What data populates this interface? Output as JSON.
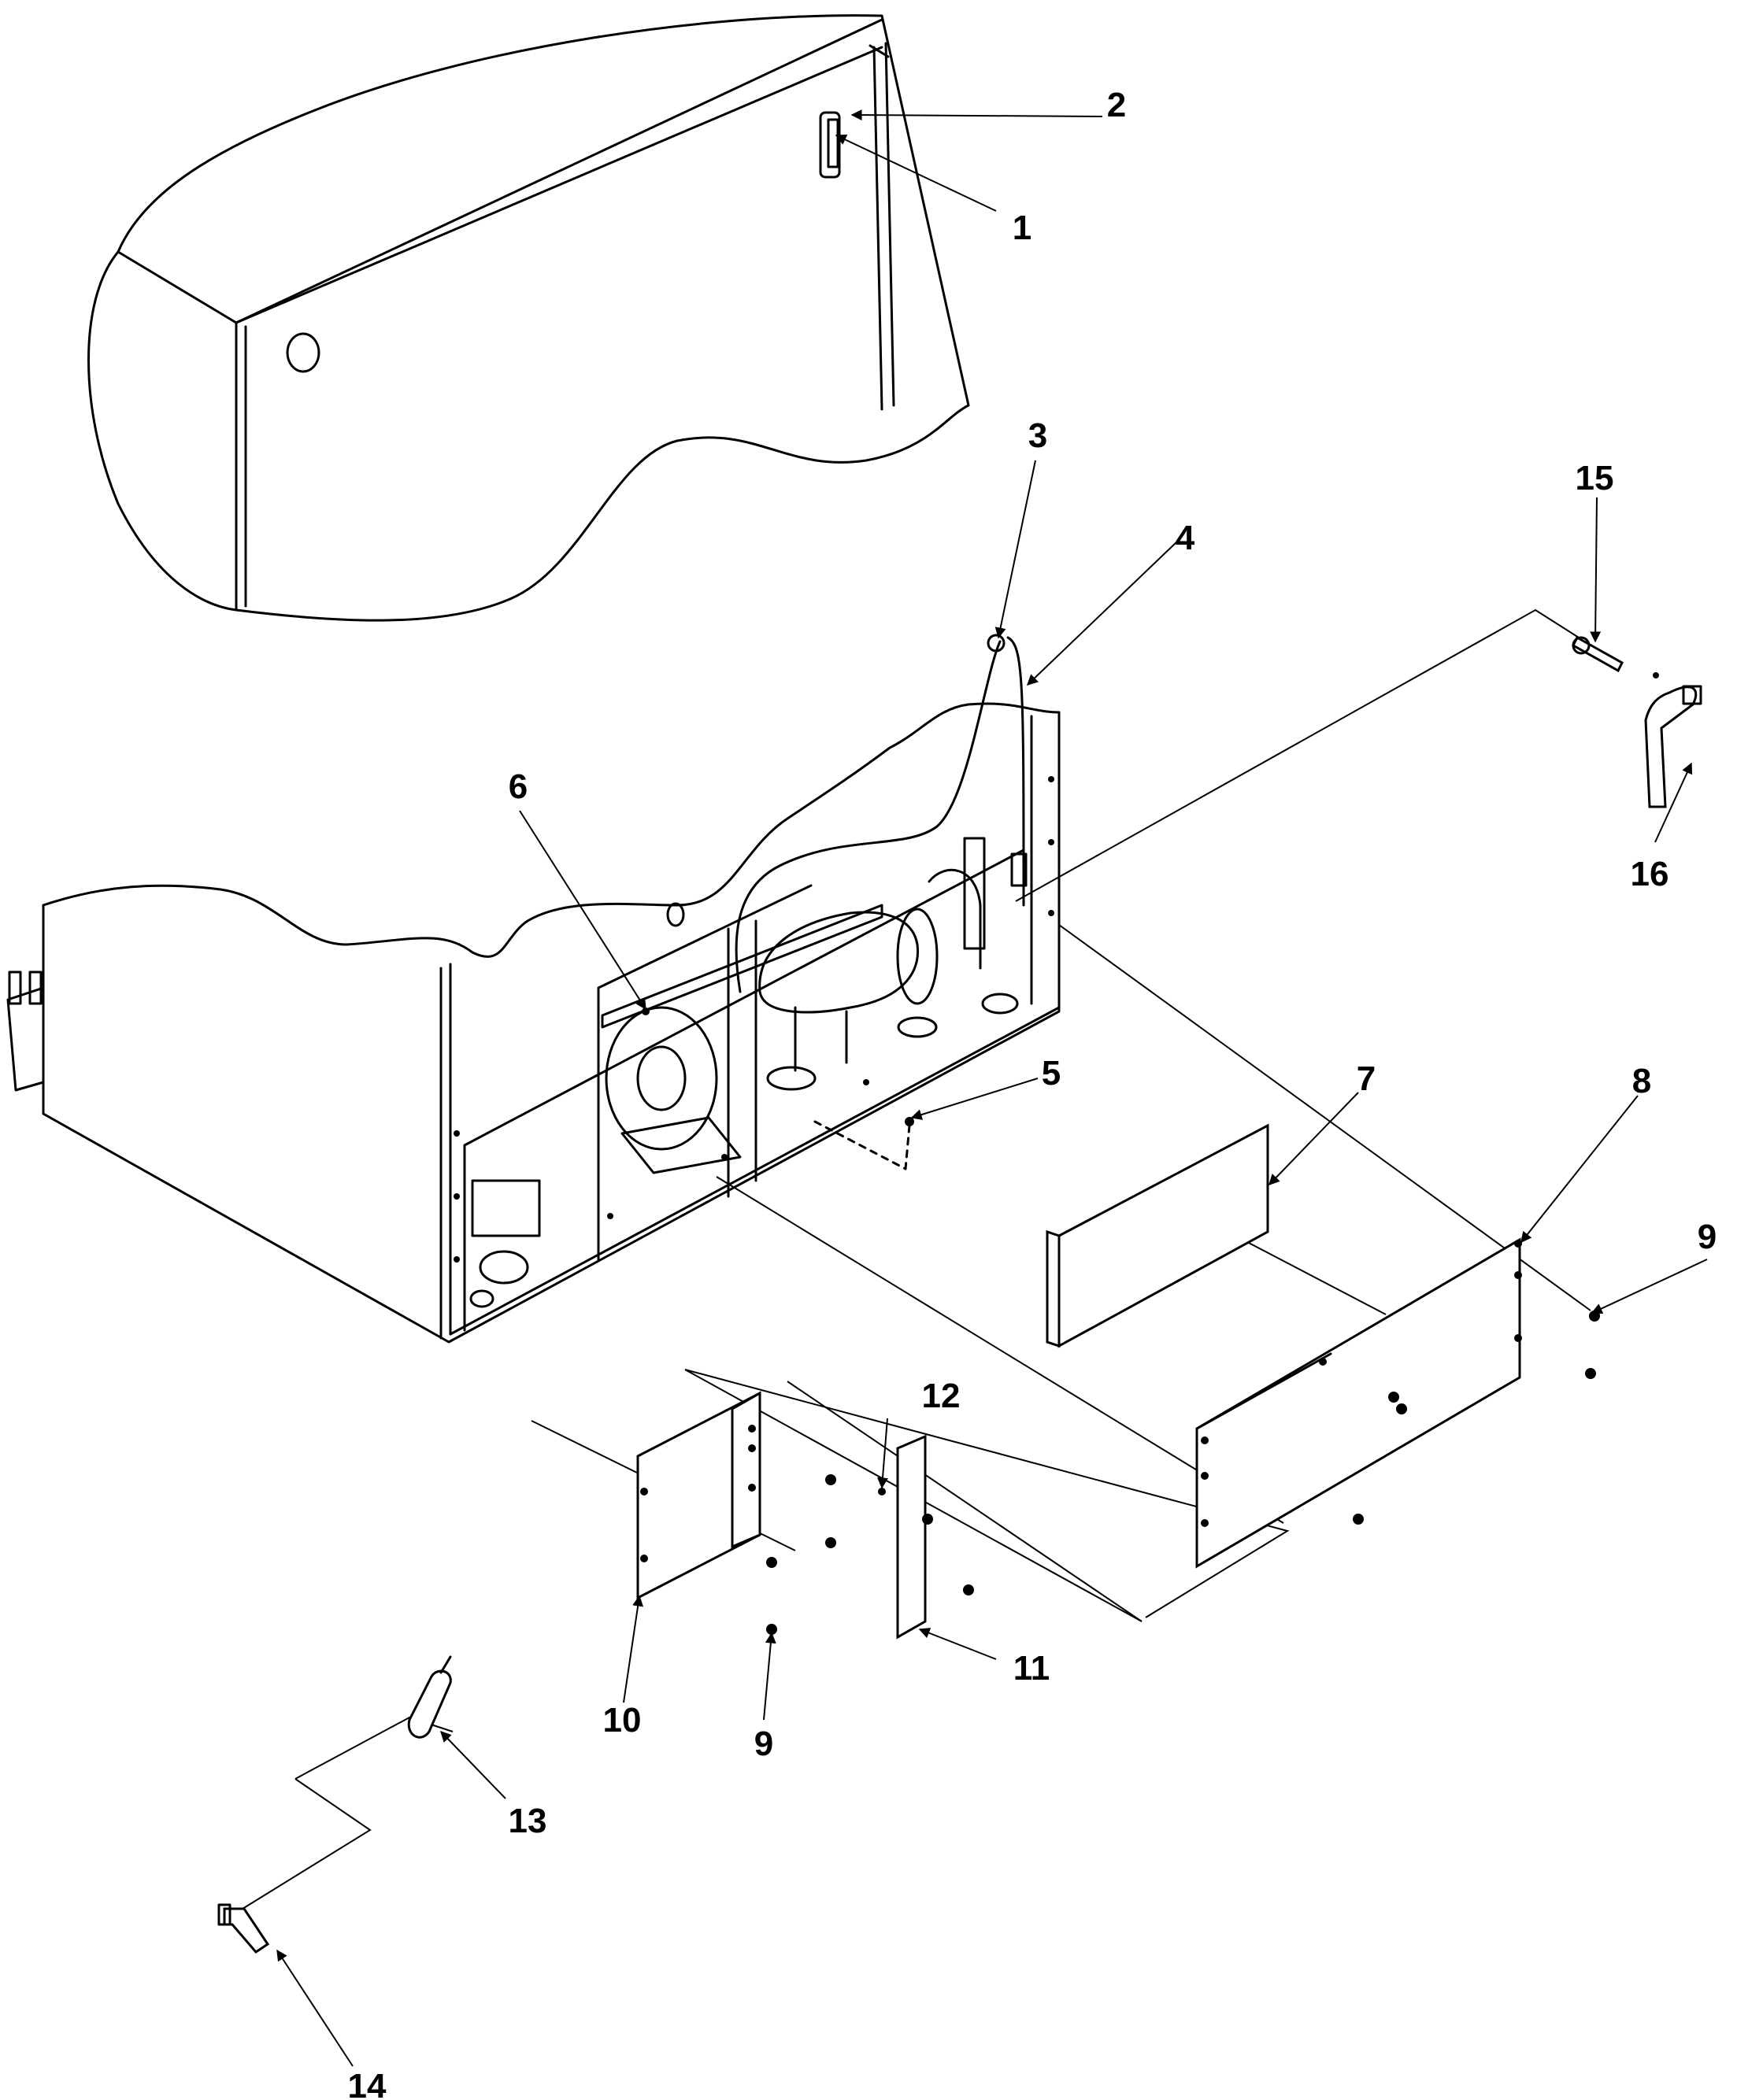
{
  "diagram": {
    "type": "exploded-parts-view",
    "callouts": [
      {
        "id": "c1",
        "label": "1"
      },
      {
        "id": "c2",
        "label": "2"
      },
      {
        "id": "c3",
        "label": "3"
      },
      {
        "id": "c4",
        "label": "4"
      },
      {
        "id": "c5",
        "label": "5"
      },
      {
        "id": "c6",
        "label": "6"
      },
      {
        "id": "c7",
        "label": "7"
      },
      {
        "id": "c8",
        "label": "8"
      },
      {
        "id": "c9a",
        "label": "9"
      },
      {
        "id": "c9b",
        "label": "9"
      },
      {
        "id": "c10",
        "label": "10"
      },
      {
        "id": "c11",
        "label": "11"
      },
      {
        "id": "c12",
        "label": "12"
      },
      {
        "id": "c13",
        "label": "13"
      },
      {
        "id": "c14",
        "label": "14"
      },
      {
        "id": "c15",
        "label": "15"
      },
      {
        "id": "c16",
        "label": "16"
      }
    ]
  }
}
